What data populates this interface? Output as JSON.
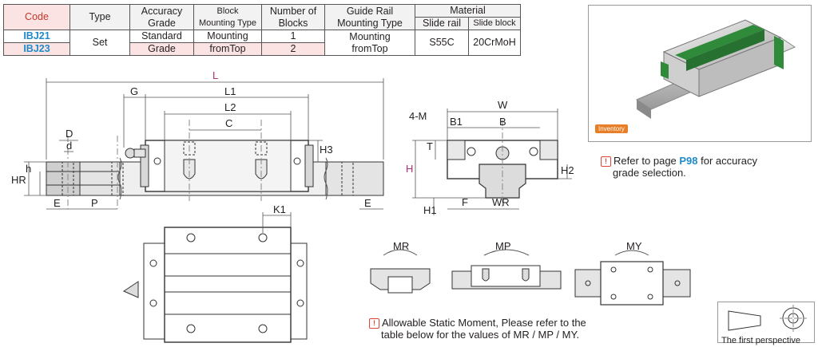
{
  "table": {
    "headers": {
      "code": "Code",
      "type": "Type",
      "accuracy_grade_1": "Accuracy",
      "accuracy_grade_2": "Grade",
      "block_mounting_1": "Block",
      "block_mounting_2": "Mounting Type",
      "number_blocks_1": "Number of",
      "number_blocks_2": "Blocks",
      "guide_rail_1": "Guide Rail",
      "guide_rail_2": "Mounting Type",
      "material": "Material",
      "slide_rail": "Slide rail",
      "slide_block": "Slide block"
    },
    "rows": [
      {
        "code": "IBJ21",
        "blocks": "1"
      },
      {
        "code": "IBJ23",
        "blocks": "2"
      }
    ],
    "type": "Set",
    "accuracy_1": "Standard",
    "accuracy_2": "Grade",
    "block_mount_1": "Mounting",
    "block_mount_2": "fromTop",
    "rail_mount_1": "Mounting",
    "rail_mount_2": "fromTop",
    "slide_rail_material": "S55C",
    "slide_block_material": "20CrMoH"
  },
  "photo": {
    "badge": "Inventory"
  },
  "notes": {
    "accuracy_prefix": "Refer to page ",
    "accuracy_page": "P98",
    "accuracy_suffix": " for accuracy",
    "accuracy_line2": "grade selection.",
    "moment_line1": "Allowable Static Moment, Please refer to the",
    "moment_line2": "table below for the values of MR / MP / MY."
  },
  "dims": {
    "L": "L",
    "L1": "L1",
    "L2": "L2",
    "C": "C",
    "G": "G",
    "D": "D",
    "d": "d",
    "h": "h",
    "HR": "HR",
    "E": "E",
    "P": "P",
    "H3": "H3",
    "K1": "K1",
    "W": "W",
    "B": "B",
    "B1": "B1",
    "M4": "4-M",
    "T": "T",
    "H": "H",
    "H1": "H1",
    "H2": "H2",
    "F": "F",
    "WR": "WR"
  },
  "moments": {
    "MR": "MR",
    "MP": "MP",
    "MY": "MY"
  },
  "perspective": "The first perspective",
  "colors": {
    "accent_red": "#c0392b",
    "accent_blue": "#1f8bc8",
    "inventory": "#e87e25",
    "dim_pink": "#b0307a"
  }
}
